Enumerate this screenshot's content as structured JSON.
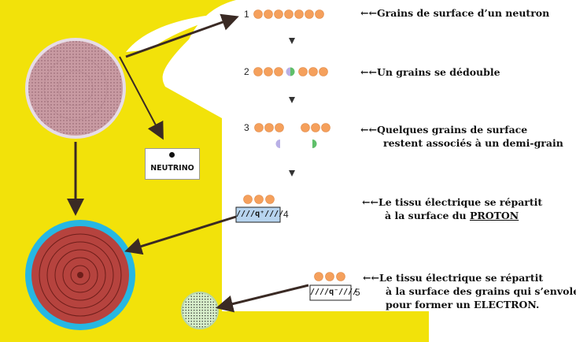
{
  "background": {
    "yellow": "#f2e20a",
    "white": "#ffffff"
  },
  "colors": {
    "grain": "#f5a05c",
    "grain_edge": "#e08a48",
    "half_grain_left": "#b9b0e6",
    "half_grain_right": "#5fbf6a",
    "arrow": "#3a2a24",
    "proton_ring": "#26b7e3",
    "proton_core": "#b6433e",
    "neutron_core": "#c89aa2",
    "q_box": "#b7d4ef",
    "electron": "#d8efcb"
  },
  "steps": [
    {
      "number": "1",
      "arrow_glyph": "←←",
      "label": "Grains de surface d’un neutron"
    },
    {
      "number": "2",
      "arrow_glyph": "←←",
      "label": "Un grains se dédouble"
    },
    {
      "number": "3",
      "arrow_glyph": "←←",
      "label_line1": "Quelques grains de surface",
      "label_line2": "restent associés  à un  demi-grain"
    },
    {
      "number": "4",
      "arrow_glyph": "←←",
      "label_line1": "Le tissu électrique se répartit",
      "label_line2_prefix": "à la surface  du ",
      "label_line2_emph": "PROTON",
      "charge_box": "////q⁺////"
    },
    {
      "number": "5",
      "arrow_glyph": "←←",
      "label_line1": "Le tissu électrique se répartit",
      "label_line2": "à la surface des grains qui s’envolent",
      "label_line3": "pour former un ELECTRON.",
      "charge_box": "////q⁻////"
    }
  ],
  "neutrino": {
    "label": "NEUTRINO"
  }
}
